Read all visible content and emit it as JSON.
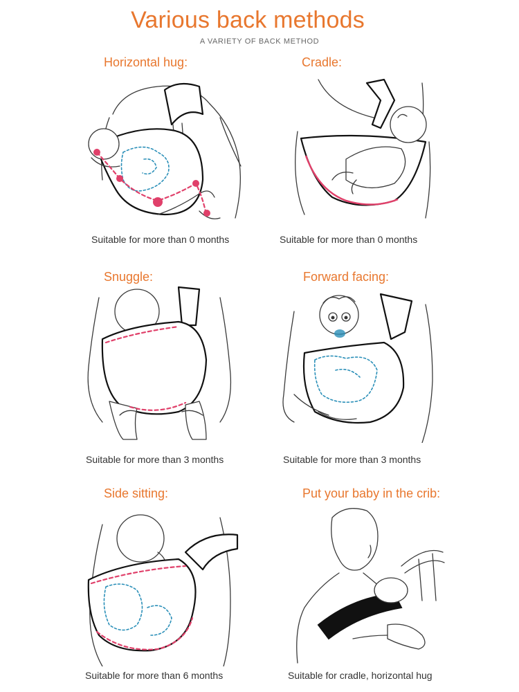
{
  "header": {
    "title": "Various back methods",
    "subtitle": "A VARIETY OF BACK METHOD"
  },
  "methods": [
    {
      "label": "Horizontal hug:",
      "caption": "Suitable for more than 0 months",
      "icon": "horizontal-hug-illustration"
    },
    {
      "label": "Cradle:",
      "caption": "Suitable for more than 0 months",
      "icon": "cradle-illustration"
    },
    {
      "label": "Snuggle:",
      "caption": "Suitable for more than 3 months",
      "icon": "snuggle-illustration"
    },
    {
      "label": "Forward facing:",
      "caption": "Suitable for more than 3 months",
      "icon": "forward-facing-illustration"
    },
    {
      "label": "Side sitting:",
      "caption": "Suitable for more than 6 months",
      "icon": "side-sitting-illustration"
    },
    {
      "label": "Put your baby in the crib:",
      "caption": "Suitable for cradle, horizontal hug",
      "icon": "crib-illustration"
    }
  ],
  "colors": {
    "accent": "#E8772E",
    "guide_red": "#E0406A",
    "guide_blue": "#2A8FB8",
    "caption": "#333333"
  }
}
